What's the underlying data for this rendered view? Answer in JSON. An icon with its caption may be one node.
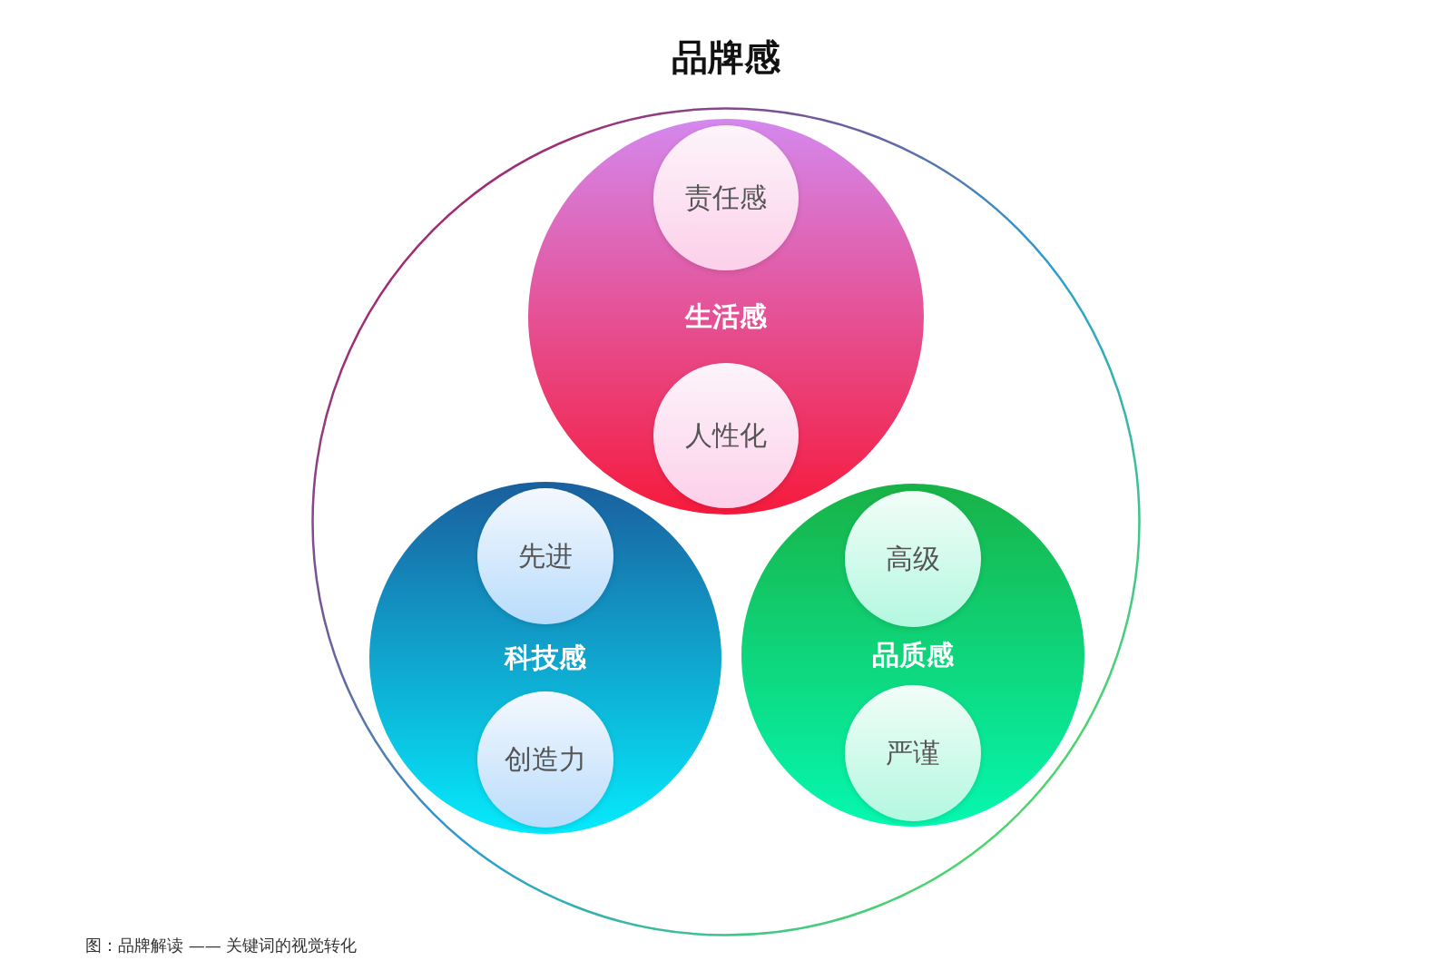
{
  "diagram": {
    "title": "品牌感",
    "caption": "图：品牌解读 —— 关键词的视觉转化",
    "nodes": [
      {
        "text": [],
        "shape": "circle"
      },
      {
        "text": [
          "生活感"
        ],
        "in": 0
      },
      {
        "text": [
          "责任感"
        ],
        "in": 1
      },
      {
        "text": [
          "人性化"
        ],
        "in": 1
      },
      {
        "text": [
          "科技感"
        ],
        "in": 0
      },
      {
        "text": [
          "先进"
        ],
        "in": 4
      },
      {
        "text": [
          "创造力"
        ],
        "in": 4
      },
      {
        "text": [
          "品质感"
        ],
        "in": 0
      },
      {
        "text": [
          "高级"
        ],
        "in": 7
      },
      {
        "text": [
          "严谨"
        ],
        "in": 7
      }
    ]
  }
}
